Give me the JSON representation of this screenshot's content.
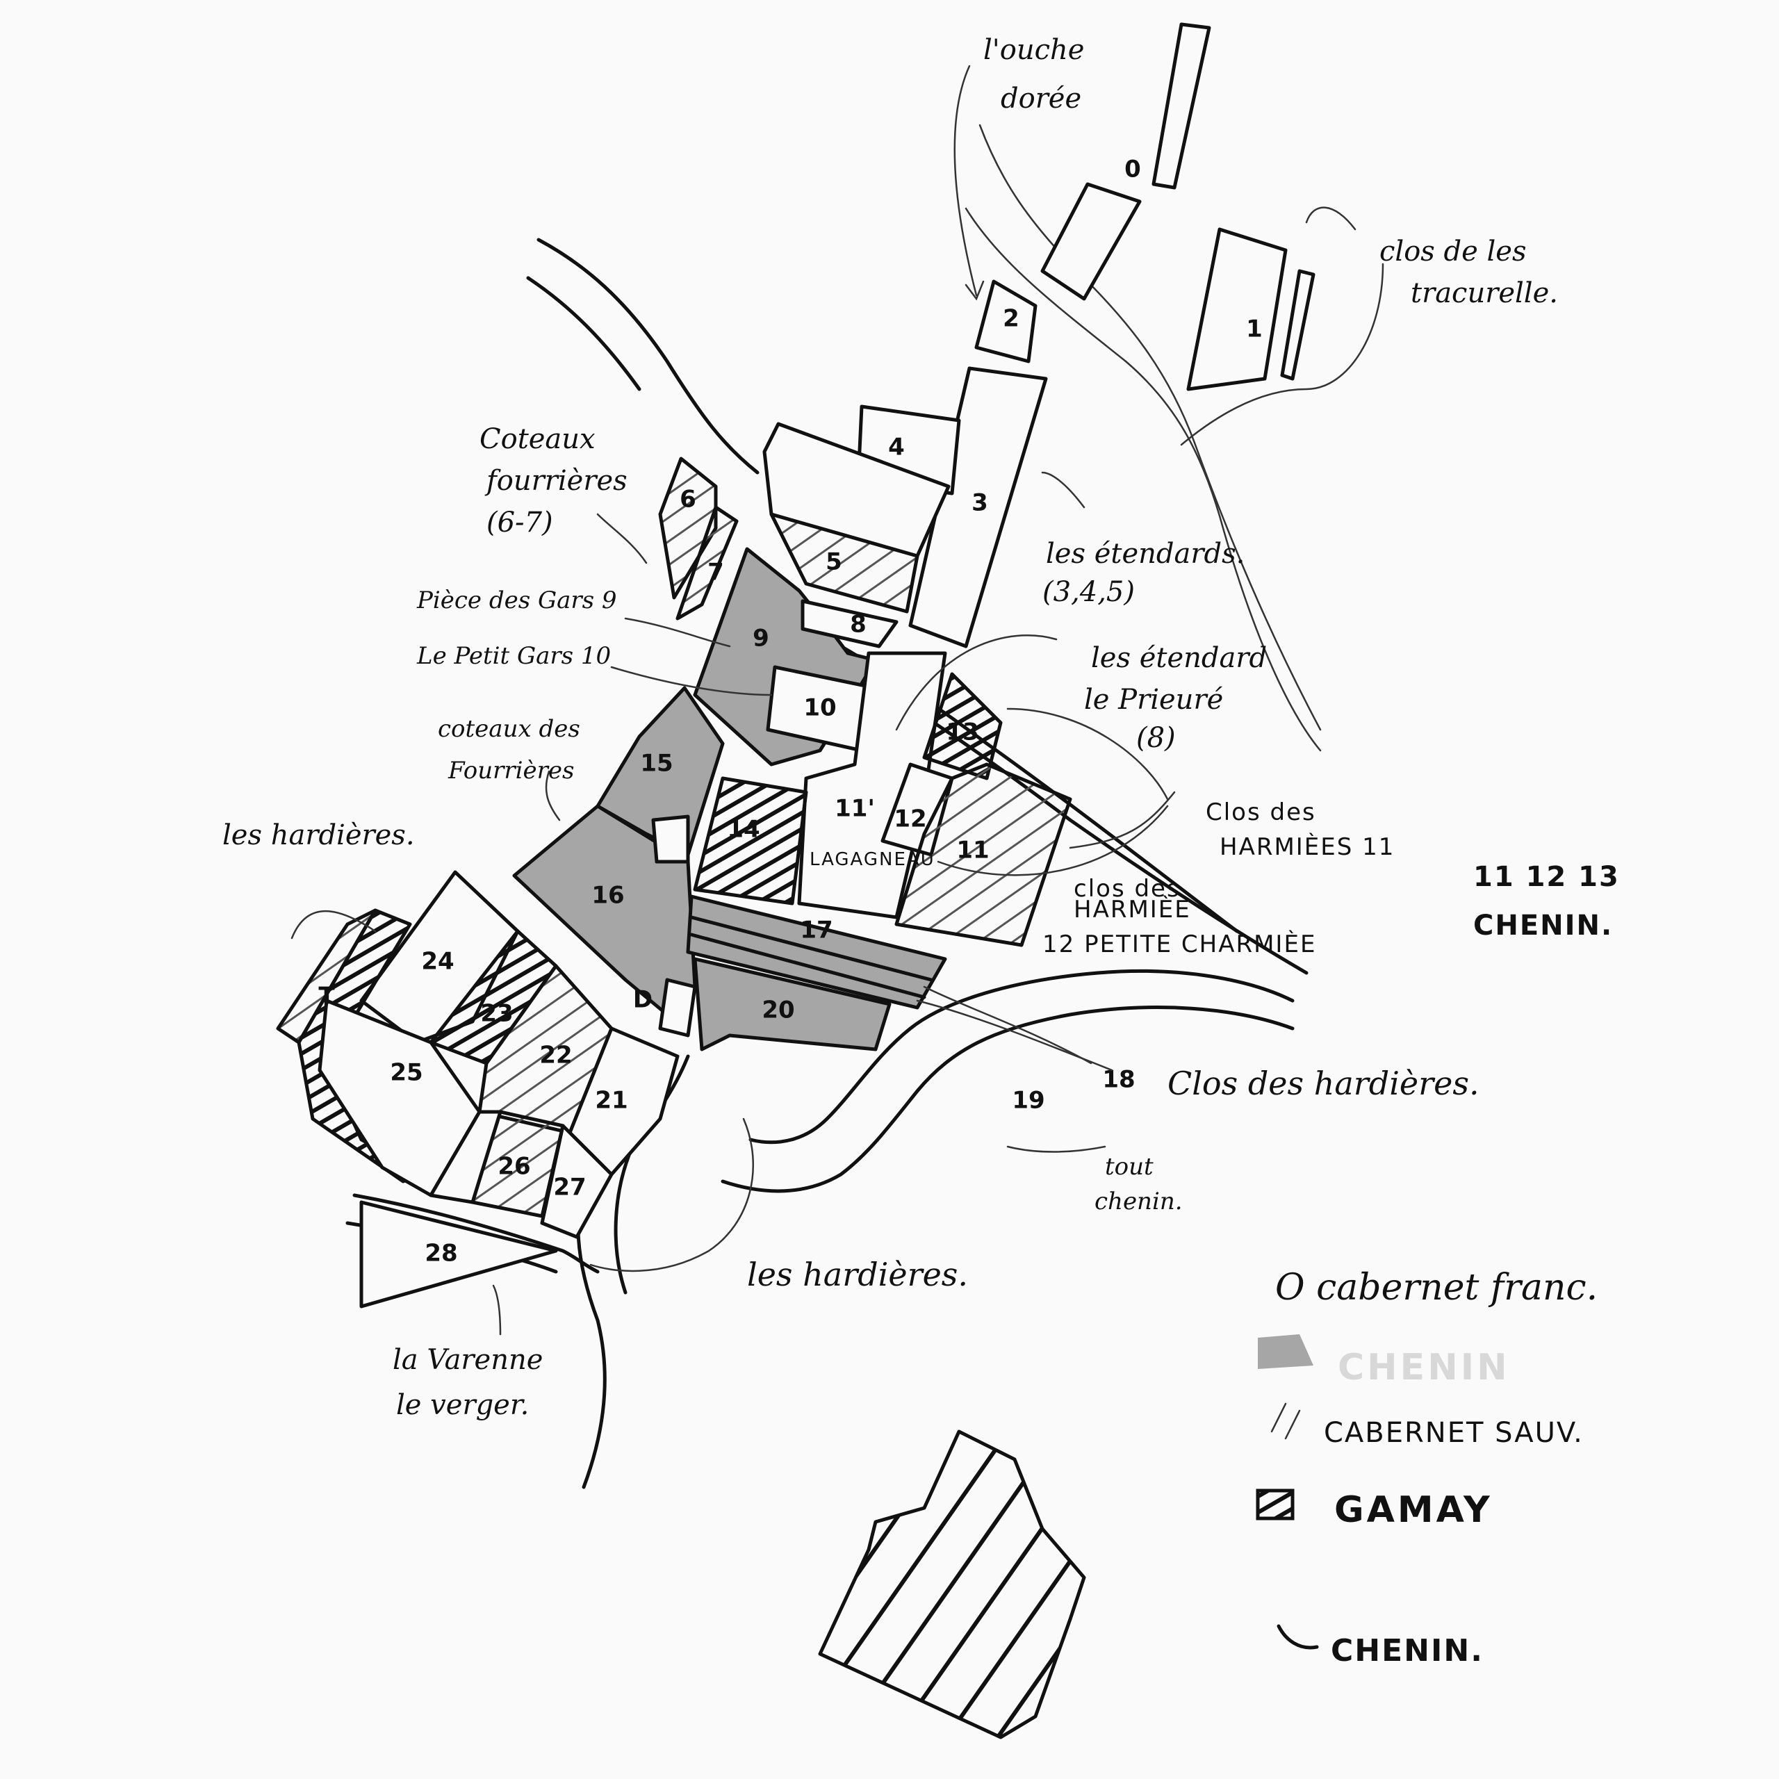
{
  "colors": {
    "chenin_fill": "#a6a6a6",
    "ink": "#111111",
    "paper": "#fafafa"
  },
  "plots": [
    {
      "id": "p0",
      "label": "0",
      "variety": "none"
    },
    {
      "id": "p1",
      "label": "1",
      "variety": "none"
    },
    {
      "id": "p2",
      "label": "2",
      "variety": "none"
    },
    {
      "id": "p3",
      "label": "3",
      "variety": "none"
    },
    {
      "id": "p4",
      "label": "4",
      "variety": "none"
    },
    {
      "id": "p5",
      "label": "5",
      "variety": "cabernet"
    },
    {
      "id": "p6",
      "label": "6",
      "variety": "cabernet"
    },
    {
      "id": "p7",
      "label": "7",
      "variety": "cabernet"
    },
    {
      "id": "p8",
      "label": "8",
      "variety": "none"
    },
    {
      "id": "p9",
      "label": "9",
      "variety": "chenin"
    },
    {
      "id": "p10",
      "label": "10",
      "variety": "none"
    },
    {
      "id": "p11a",
      "label": "11'",
      "variety": "none"
    },
    {
      "id": "p11",
      "label": "11",
      "variety": "cabernet"
    },
    {
      "id": "p12",
      "label": "12",
      "variety": "none"
    },
    {
      "id": "p13",
      "label": "13",
      "variety": "gamay"
    },
    {
      "id": "p14",
      "label": "14",
      "variety": "gamay"
    },
    {
      "id": "p15",
      "label": "15",
      "variety": "chenin"
    },
    {
      "id": "p16",
      "label": "16",
      "variety": "chenin"
    },
    {
      "id": "p17",
      "label": "17",
      "variety": "chenin"
    },
    {
      "id": "p18",
      "label": "18",
      "variety": "none"
    },
    {
      "id": "p19",
      "label": "19",
      "variety": "none"
    },
    {
      "id": "p20",
      "label": "20",
      "variety": "chenin"
    },
    {
      "id": "p21",
      "label": "21",
      "variety": "none"
    },
    {
      "id": "p22",
      "label": "22",
      "variety": "cabernet"
    },
    {
      "id": "p23",
      "label": "23",
      "variety": "gamay"
    },
    {
      "id": "p24",
      "label": "24",
      "variety": "none"
    },
    {
      "id": "p25",
      "label": "25",
      "variety": "none"
    },
    {
      "id": "p26",
      "label": "26",
      "variety": "cabernet"
    },
    {
      "id": "p27",
      "label": "27",
      "variety": "none"
    },
    {
      "id": "p28",
      "label": "28",
      "variety": "none"
    },
    {
      "id": "pT",
      "label": "T",
      "variety": "gamay"
    },
    {
      "id": "pD",
      "label": "D",
      "variety": "none"
    }
  ],
  "annotations": {
    "louche_1": "l'ouche",
    "louche_2": "dorée",
    "clos_1": "clos de les",
    "clos_2": "tracurelle.",
    "coteaux_1": "Coteaux",
    "coteaux_2": "fourrières",
    "coteaux_3": "(6-7)",
    "piece_1": "Pièce des Gars 9",
    "piece_2": "Le Petit Gars 10",
    "coteaux_f_1": "coteaux des",
    "coteaux_f_2": "Fourrières",
    "hardieres_left": "les hardières.",
    "etendards_1": "les étendards.",
    "etendards_2": "(3,4,5)",
    "etendard_pr_1": "les étendard",
    "etendard_pr_2": "le Prieuré",
    "etendard_pr_3": "(8)",
    "clos_h_1": "Clos des",
    "clos_h_2": "HARMIÈES 11",
    "clos_h2_1": "clos des",
    "clos_h2_2": "HARMIÈE",
    "clos_h2_3": "12 PETITE CHARMIÈE",
    "lagagneau": "LAGAGNEAU",
    "chenin_list": "11 12 13",
    "chenin_word": "CHENIN.",
    "clos_hardieres": "Clos des hardières.",
    "tout_chenin_1": "tout",
    "tout_chenin_2": "chenin.",
    "hardieres_bottom": "les hardières.",
    "varenne_1": "la Varenne",
    "varenne_2": "le verger."
  },
  "legend": {
    "cabernet_franc": "O cabernet franc.",
    "chenin": "CHENIN",
    "cabernet_sauv": "CABERNET SAUV.",
    "gamay": "GAMAY",
    "chenin_arrow": "CHENIN."
  }
}
